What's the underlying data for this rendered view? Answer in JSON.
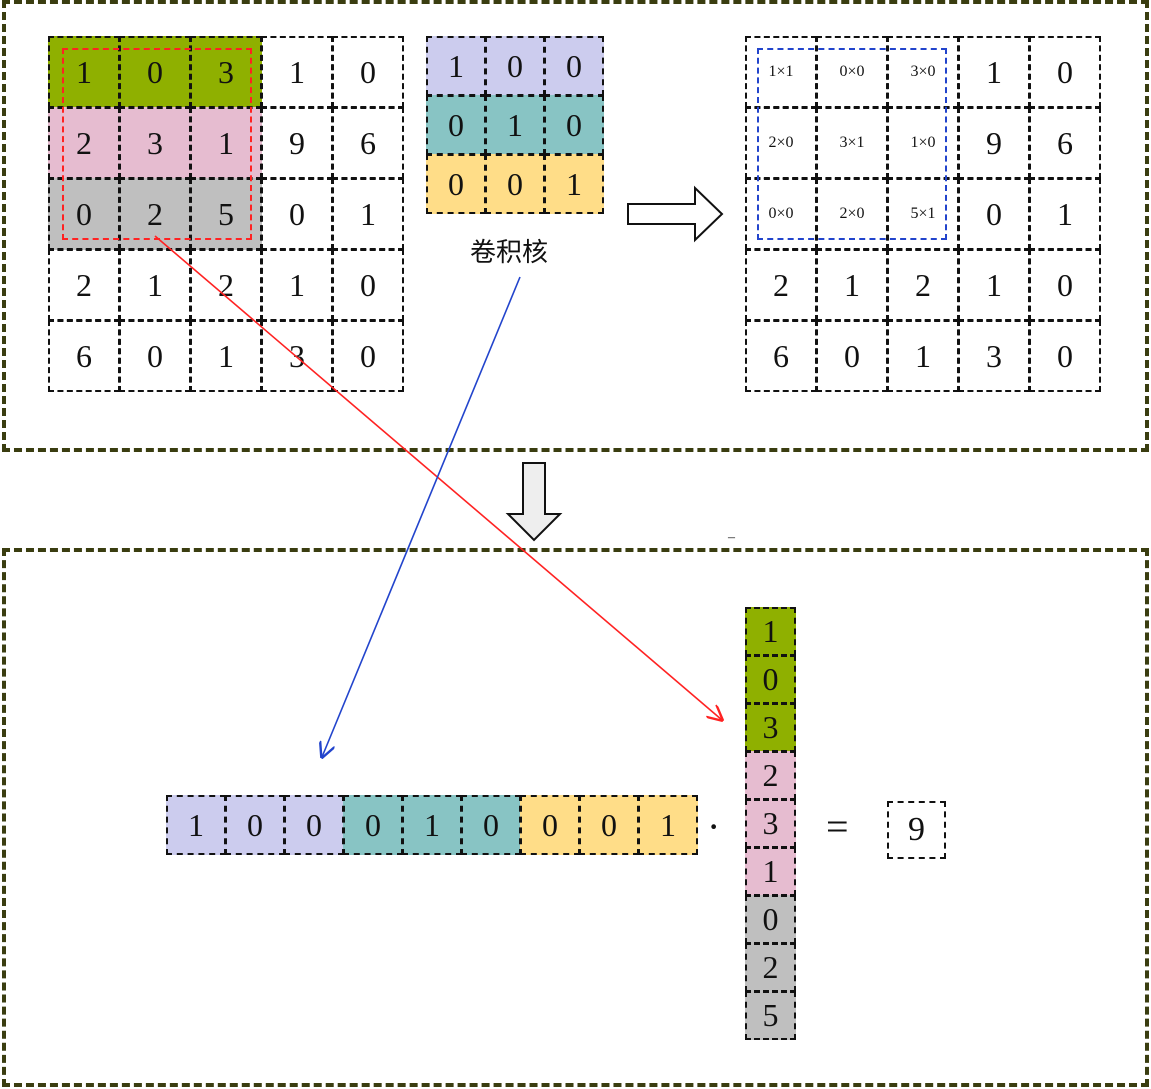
{
  "colors": {
    "green": "#8fb000",
    "pink": "#e6bcd0",
    "gray": "#bfbfbf",
    "lavender": "#ccccee",
    "teal": "#88c4c4",
    "yellow": "#ffdd88",
    "red_window": "#ff2222",
    "blue_window": "#2244cc",
    "panel_border": "#3a3d10"
  },
  "input_matrix": [
    [
      "1",
      "0",
      "3",
      "1",
      "0"
    ],
    [
      "2",
      "3",
      "1",
      "9",
      "6"
    ],
    [
      "0",
      "2",
      "5",
      "0",
      "1"
    ],
    [
      "2",
      "1",
      "2",
      "1",
      "0"
    ],
    [
      "6",
      "0",
      "1",
      "3",
      "0"
    ]
  ],
  "kernel": [
    [
      "1",
      "0",
      "0"
    ],
    [
      "0",
      "1",
      "0"
    ],
    [
      "0",
      "0",
      "1"
    ]
  ],
  "kernel_caption": "卷积核",
  "products": [
    [
      "1×1",
      "0×0",
      "3×0"
    ],
    [
      "2×0",
      "3×1",
      "1×0"
    ],
    [
      "0×0",
      "2×0",
      "5×1"
    ]
  ],
  "kernel_row": [
    "1",
    "0",
    "0",
    "0",
    "1",
    "0",
    "0",
    "0",
    "1"
  ],
  "input_column": [
    "1",
    "0",
    "3",
    "2",
    "3",
    "1",
    "0",
    "2",
    "5"
  ],
  "dot_symbol": "·",
  "equals_symbol": "=",
  "result": "9",
  "stray_mark": "–",
  "icons": [
    "hollow-right-arrow-icon",
    "hollow-down-arrow-icon"
  ]
}
